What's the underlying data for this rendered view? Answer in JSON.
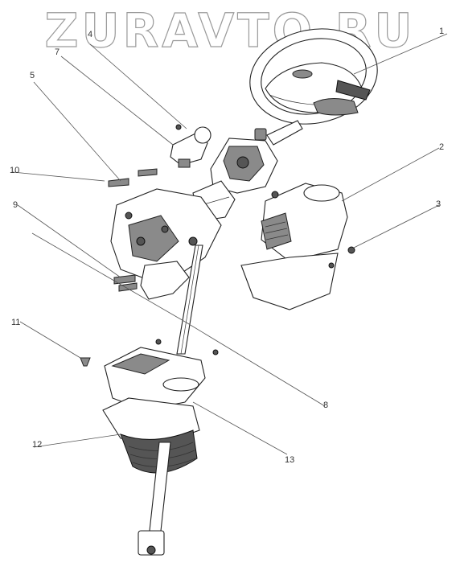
{
  "watermark": "ZURAVTO.RU",
  "callouts": [
    {
      "id": "1",
      "label": "1"
    },
    {
      "id": "2",
      "label": "2"
    },
    {
      "id": "3",
      "label": "3"
    },
    {
      "id": "4",
      "label": "4"
    },
    {
      "id": "5",
      "label": "5"
    },
    {
      "id": "7",
      "label": "7"
    },
    {
      "id": "8",
      "label": "8"
    },
    {
      "id": "9",
      "label": "9"
    },
    {
      "id": "10",
      "label": "10"
    },
    {
      "id": "11",
      "label": "11"
    },
    {
      "id": "12",
      "label": "12"
    },
    {
      "id": "13",
      "label": "13"
    }
  ]
}
